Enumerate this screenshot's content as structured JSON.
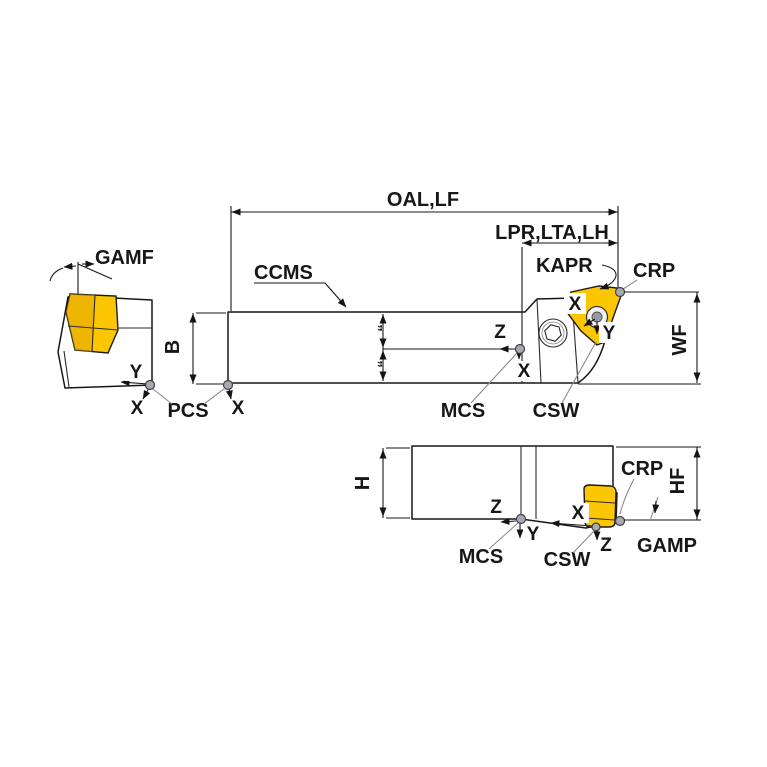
{
  "labels": {
    "oal_lf": "OAL,LF",
    "lpr_lta_lh": "LPR,LTA,LH",
    "kapr": "KAPR",
    "crp": "CRP",
    "wf": "WF",
    "ccms": "CCMS",
    "gamf": "GAMF",
    "gamp": "GAMP",
    "b": "B",
    "h": "H",
    "hf": "HF",
    "pcs": "PCS",
    "mcs": "MCS",
    "csw": "CSW",
    "x": "X",
    "y": "Y",
    "z": "Z",
    "ditto": "”"
  },
  "colors": {
    "body": "#b5b5c0",
    "insert": "#fcc603",
    "insert_shadow": "#dfa303",
    "screw": "#f2f2f2",
    "screw_core": "#9a9aa2",
    "dot_fill": "#a9a9b2",
    "dot_stroke": "#3f3f46",
    "line": "#17171a",
    "leader": "#8a8a91"
  }
}
